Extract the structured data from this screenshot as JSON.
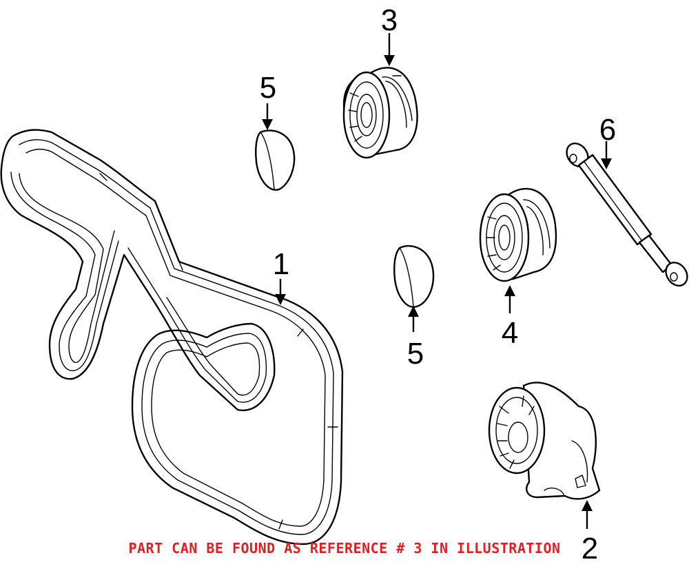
{
  "callouts": [
    {
      "id": "belt",
      "label": "1"
    },
    {
      "id": "tensioner",
      "label": "2"
    },
    {
      "id": "idler-pulley-top",
      "label": "3"
    },
    {
      "id": "idler-pulley-lower",
      "label": "4"
    },
    {
      "id": "cap-top",
      "label": "5"
    },
    {
      "id": "cap-lower",
      "label": "5"
    },
    {
      "id": "damper",
      "label": "6"
    }
  ],
  "notice": "PART CAN BE FOUND AS REFERENCE # 3 IN ILLUSTRATION",
  "colors": {
    "notice": "#e02020",
    "lines": "#000000"
  }
}
